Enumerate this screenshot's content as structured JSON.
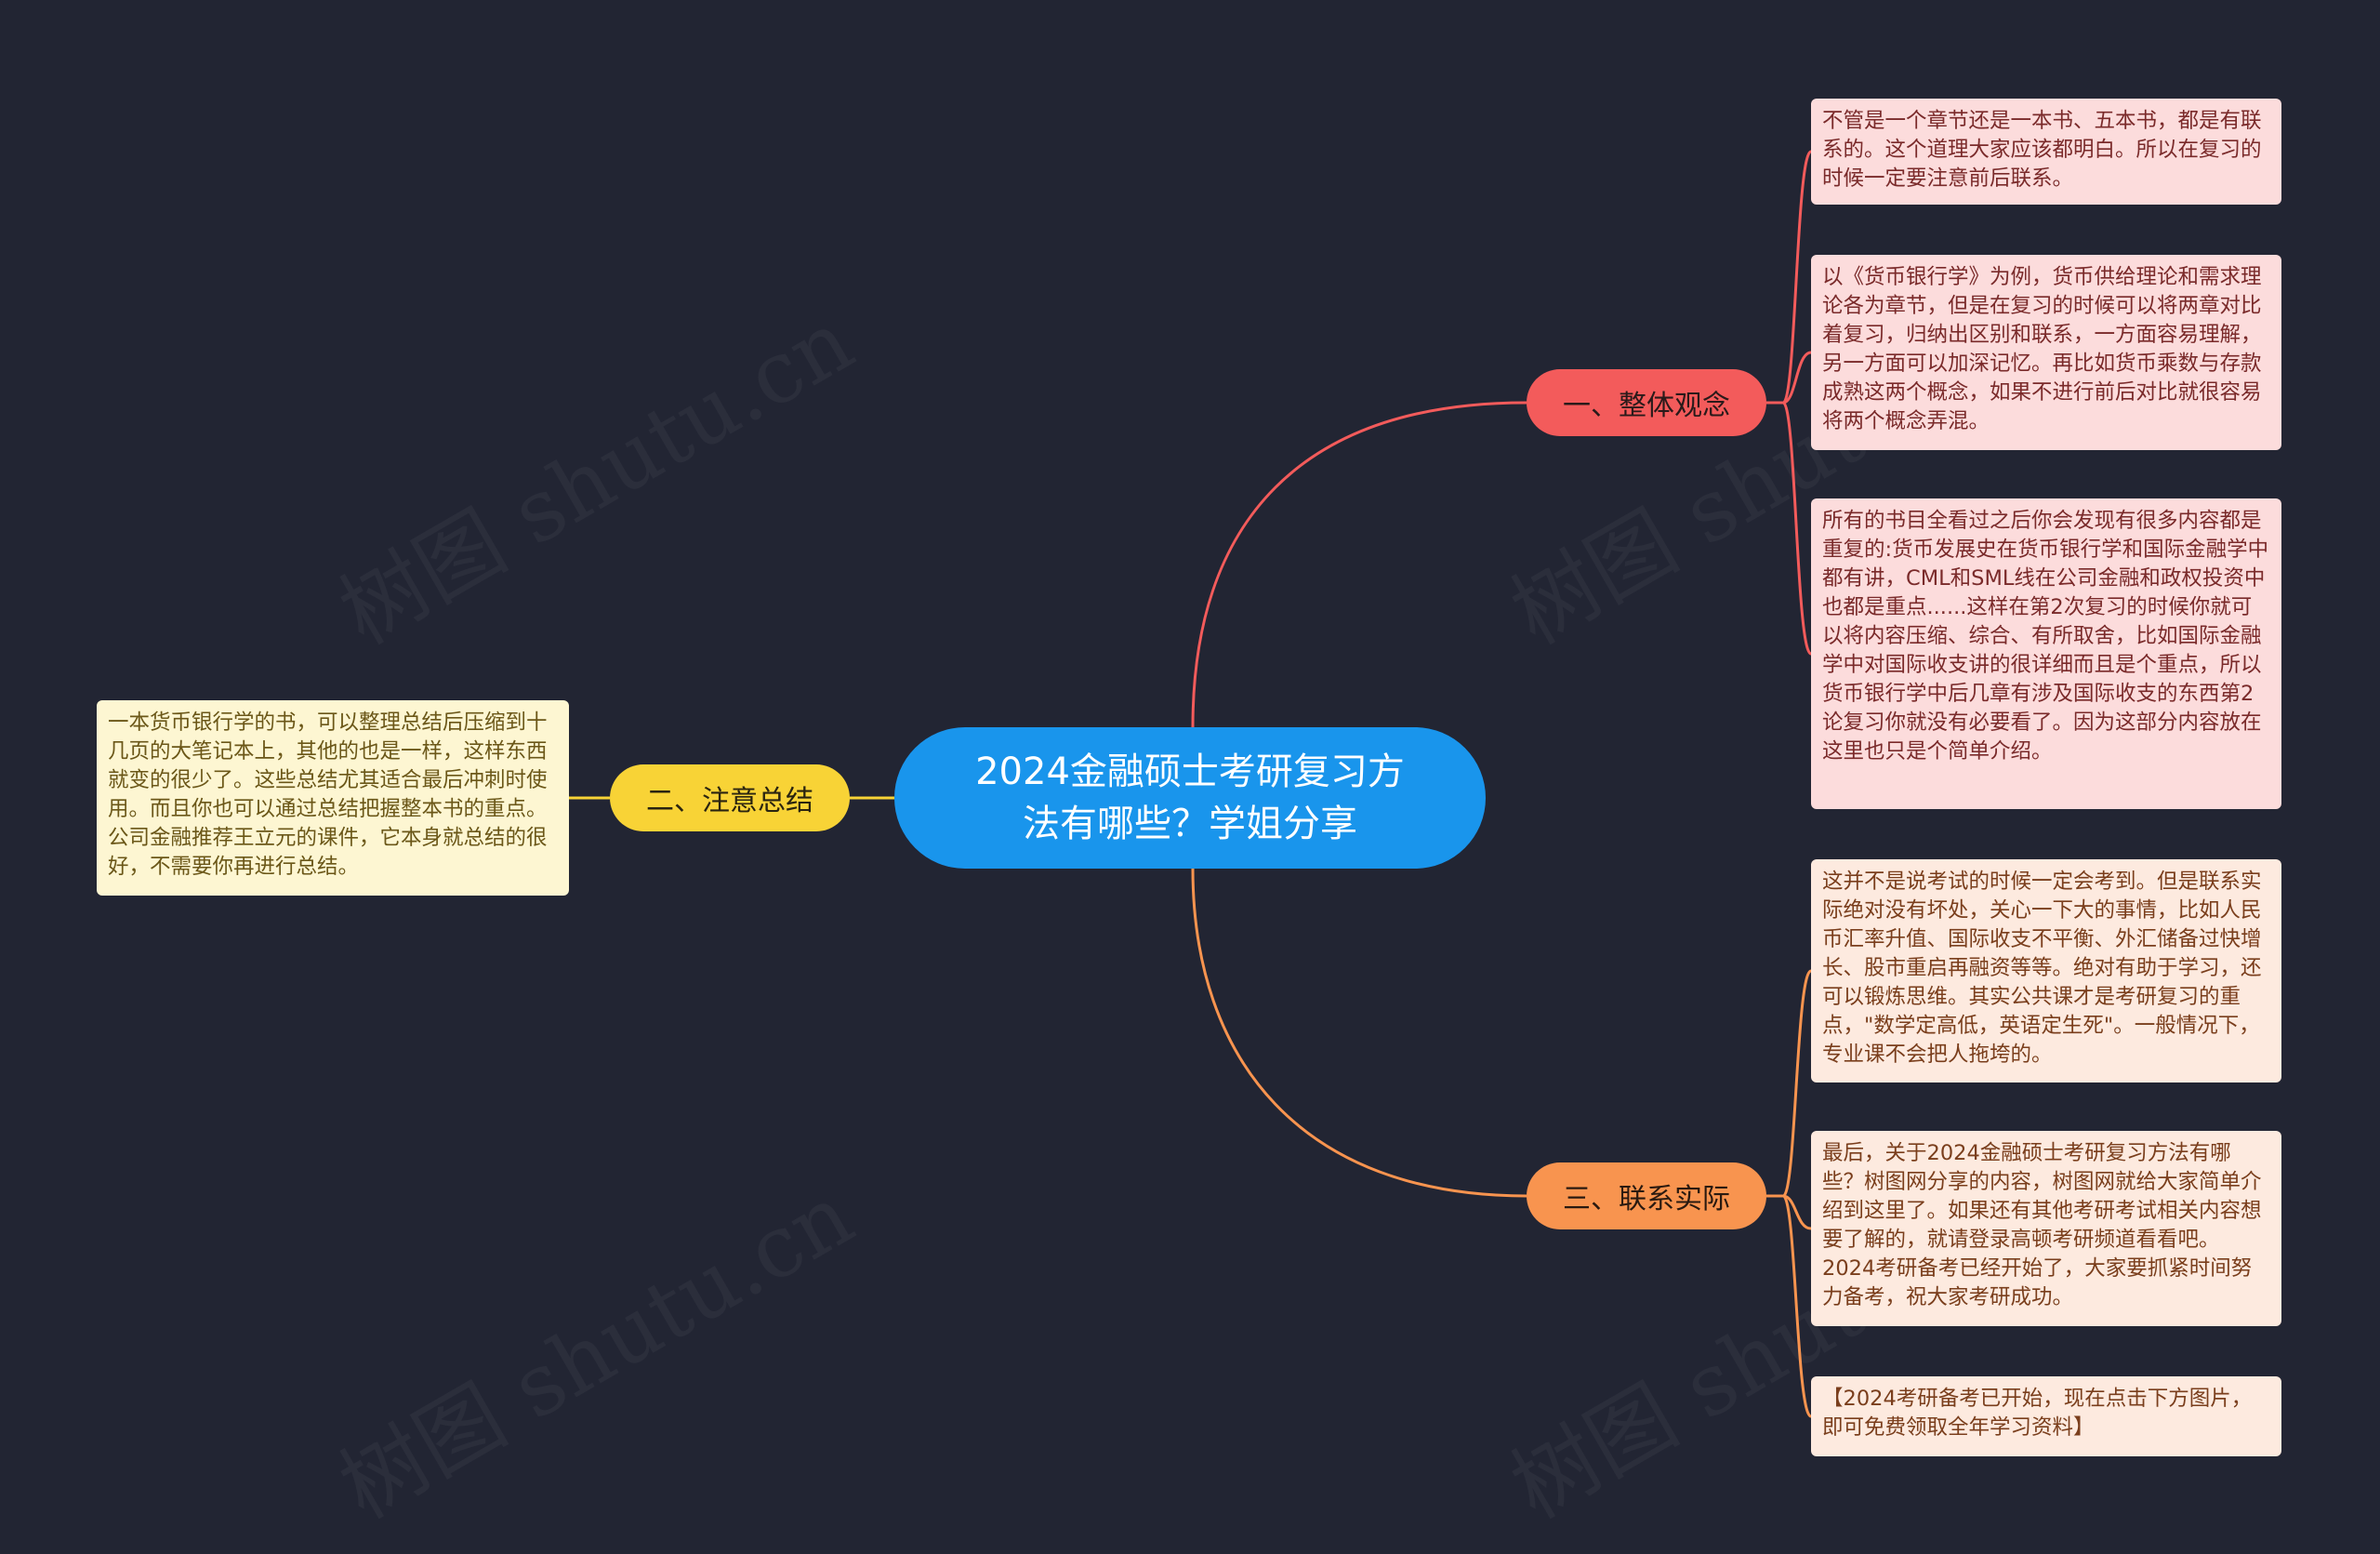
{
  "colors": {
    "background": "#222533",
    "root": "#1995ec",
    "branch_1": "#f35b5b",
    "branch_2": "#f8d336",
    "branch_3": "#f8944f"
  },
  "watermark": "树图 shutu.cn",
  "root": {
    "title": "2024金融硕士考研复习方法有哪些？学姐分享"
  },
  "branches": [
    {
      "label": "一、整体观念",
      "notes": [
        "不管是一个章节还是一本书、五本书，都是有联系的。这个道理大家应该都明白。所以在复习的时候一定要注意前后联系。",
        "以《货币银行学》为例，货币供给理论和需求理论各为章节，但是在复习的时候可以将两章对比着复习，归纳出区别和联系，一方面容易理解，另一方面可以加深记忆。再比如货币乘数与存款成熟这两个概念，如果不进行前后对比就很容易将两个概念弄混。",
        "所有的书目全看过之后你会发现有很多内容都是重复的:货币发展史在货币银行学和国际金融学中都有讲，CML和SML线在公司金融和政权投资中也都是重点......这样在第2次复习的时候你就可以将内容压缩、综合、有所取舍，比如国际金融学中对国际收支讲的很详细而且是个重点，所以货币银行学中后几章有涉及国际收支的东西第2论复习你就没有必要看了。因为这部分内容放在这里也只是个简单介绍。"
      ]
    },
    {
      "label": "二、注意总结",
      "notes": [
        "一本货币银行学的书，可以整理总结后压缩到十几页的大笔记本上，其他的也是一样，这样东西就变的很少了。这些总结尤其适合最后冲刺时使用。而且你也可以通过总结把握整本书的重点。公司金融推荐王立元的课件，它本身就总结的很好，不需要你再进行总结。"
      ]
    },
    {
      "label": "三、联系实际",
      "notes": [
        "这并不是说考试的时候一定会考到。但是联系实际绝对没有坏处，关心一下大的事情，比如人民币汇率升值、国际收支不平衡、外汇储备过快增长、股市重启再融资等等。绝对有助于学习，还可以锻炼思维。其实公共课才是考研复习的重点，\"数学定高低，英语定生死\"。一般情况下，专业课不会把人拖垮的。",
        "最后，关于2024金融硕士考研复习方法有哪些？树图网分享的内容，树图网就给大家简单介绍到这里了。如果还有其他考研考试相关内容想要了解的，就请登录高顿考研频道看看吧。2024考研备考已经开始了，大家要抓紧时间努力备考，祝大家考研成功。",
        "【2024考研备考已开始，现在点击下方图片，即可免费领取全年学习资料】"
      ]
    }
  ]
}
